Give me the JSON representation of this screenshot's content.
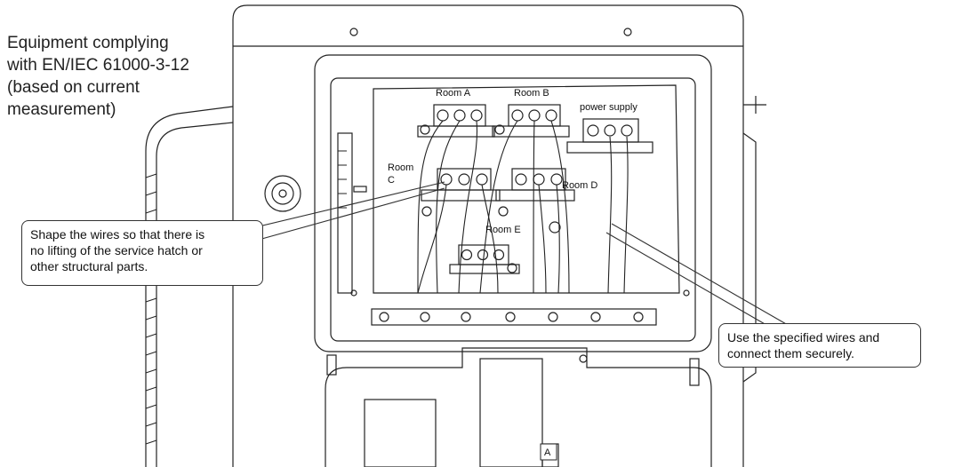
{
  "heading": {
    "line1": "Equipment complying",
    "line2": "with EN/IEC 61000-3-12",
    "line3": "(based on current",
    "line4": "measurement)"
  },
  "labels": {
    "room_a": "Room A",
    "room_b": "Room B",
    "power_supply": "power supply",
    "room_c_1": "Room",
    "room_c_2": "C",
    "room_d": "Room D",
    "room_e": "Room E",
    "plate_letter": "A"
  },
  "callouts": {
    "shape_wires": {
      "line1": "Shape the wires so that there is",
      "line2": "no lifting of the service hatch or",
      "line3": "other structural parts."
    },
    "specified_wires": {
      "line1": "Use the specified wires and",
      "line2": "connect them securely."
    }
  }
}
